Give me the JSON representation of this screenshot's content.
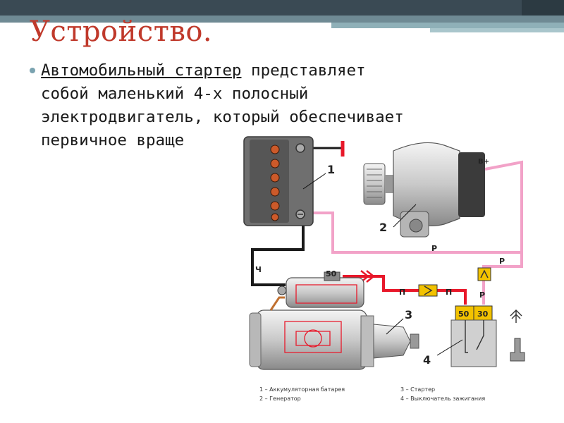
{
  "slide": {
    "title": "Устройство.",
    "bullet_lead": "Автомобильный стартер",
    "bullet_rest": " представляет\nсобой маленький 4-х полосный\nэлектродвигатель, который обеспечивает\nпервичное враще"
  },
  "diagram": {
    "component_numbers": [
      "1",
      "2",
      "3",
      "4"
    ],
    "terminals": {
      "generator": "B+",
      "relay_left": "50",
      "relay_right": "30",
      "starter_solenoid": "50"
    },
    "wire_labels": {
      "black": "Ч",
      "pink": "Р",
      "red": "П"
    },
    "legend": [
      "1 – Аккумуляторная батарея",
      "2 – Генератор",
      "3 – Стартер",
      "4 – Выключатель зажигания"
    ],
    "colors": {
      "red_wire": "#e8182a",
      "pink_wire": "#f2a2c8",
      "black_wire": "#1a1a1a",
      "relay_yellow": "#f2c200",
      "title_red": "#c0392b"
    }
  }
}
